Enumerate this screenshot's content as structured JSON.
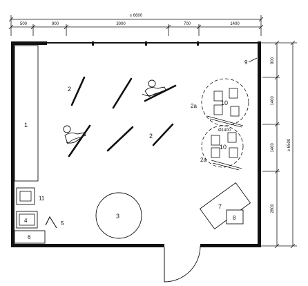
{
  "dimensions": {
    "total_width": "≥ 6600",
    "total_depth": "≥ 6500",
    "top_segments": [
      "500",
      "900",
      "3000",
      "700",
      "1400"
    ],
    "right_segments": [
      "900",
      "1400",
      "1400",
      "2800"
    ]
  },
  "labels": {
    "counter": "1",
    "desk_upper": "2",
    "desk_right": "2",
    "chair_left": "2a",
    "chair_lower": "2a",
    "round_table": "3",
    "sink_cabinet": "4",
    "trolley": "5",
    "wall_unit": "6",
    "table": "7",
    "table_insert": "8",
    "corner_item": "9",
    "unit_upper": "10",
    "unit_lower": "10",
    "wash_basin": "11",
    "circle_note": "Ø1400"
  }
}
